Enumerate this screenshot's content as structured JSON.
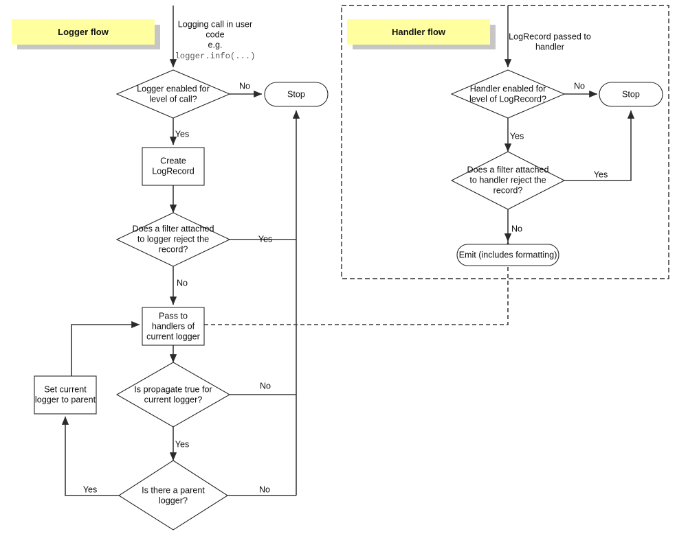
{
  "diagram": {
    "title": "Python logging flow",
    "background_color": "#ffffff",
    "line_color": "#3a3a3a",
    "node_stroke_color": "#262626",
    "banner_fill_color": "#ffffa0",
    "banner_shadow_color": "#c6c6c6"
  },
  "groups": [
    {
      "id": "logger-flow",
      "label": "Logger flow",
      "bordered": false
    },
    {
      "id": "handler-flow",
      "label": "Handler flow",
      "bordered": true,
      "border_style": "dashed"
    }
  ],
  "logger_flow": {
    "banner_label": "Logger flow",
    "entry_caption_line1": "Logging call in user",
    "entry_caption_line2": "code",
    "entry_caption_line3": "e.g.",
    "entry_caption_code": "logger.info(...)",
    "nodes": [
      {
        "id": "logger-enabled",
        "shape": "diamond",
        "lines": [
          "Logger enabled for",
          "level of call?"
        ]
      },
      {
        "id": "stop-logger",
        "shape": "rounded",
        "lines": [
          "Stop"
        ]
      },
      {
        "id": "create-logrecord",
        "shape": "rect",
        "lines": [
          "Create",
          "LogRecord"
        ]
      },
      {
        "id": "logger-filter",
        "shape": "diamond",
        "lines": [
          "Does a filter attached",
          "to logger reject the",
          "record?"
        ]
      },
      {
        "id": "pass-to-handlers",
        "shape": "rect",
        "lines": [
          "Pass to",
          "handlers of",
          "current logger"
        ]
      },
      {
        "id": "is-propagate",
        "shape": "diamond",
        "lines": [
          "Is propagate true for",
          "current logger?"
        ]
      },
      {
        "id": "set-current-logger",
        "shape": "rect",
        "lines": [
          "Set current",
          "logger to parent"
        ]
      },
      {
        "id": "is-parent",
        "shape": "diamond",
        "lines": [
          "Is there a parent",
          "logger?"
        ]
      }
    ],
    "edge_labels": {
      "logger_enabled_no": "No",
      "logger_enabled_yes": "Yes",
      "logger_filter_yes": "Yes",
      "logger_filter_no": "No",
      "propagate_no": "No",
      "propagate_yes": "Yes",
      "parent_yes": "Yes",
      "parent_no": "No"
    }
  },
  "handler_flow": {
    "banner_label": "Handler flow",
    "entry_caption_line1": "LogRecord passed to",
    "entry_caption_line2": "handler",
    "nodes": [
      {
        "id": "handler-enabled",
        "shape": "diamond",
        "lines": [
          "Handler enabled for",
          "level of LogRecord?"
        ]
      },
      {
        "id": "stop-handler",
        "shape": "rounded",
        "lines": [
          "Stop"
        ]
      },
      {
        "id": "handler-filter",
        "shape": "diamond",
        "lines": [
          "Does a filter attached",
          "to handler reject the",
          "record?"
        ]
      },
      {
        "id": "emit",
        "shape": "rounded",
        "lines": [
          "Emit (includes formatting)"
        ]
      }
    ],
    "edge_labels": {
      "handler_enabled_no": "No",
      "handler_enabled_yes": "Yes",
      "handler_filter_yes": "Yes",
      "handler_filter_no": "No"
    }
  }
}
